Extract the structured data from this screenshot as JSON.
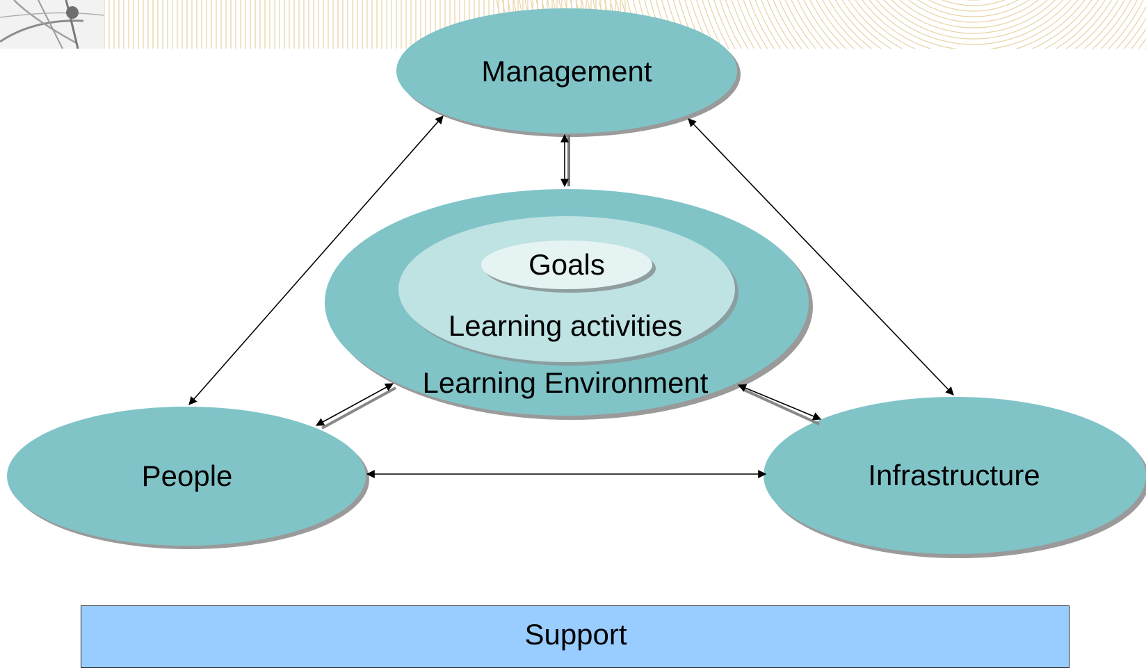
{
  "diagram": {
    "nodes": {
      "management": "Management",
      "goals": "Goals",
      "learning_activities": "Learning activities",
      "learning_environment": "Learning Environment",
      "people": "People",
      "infrastructure": "Infrastructure"
    },
    "support_label": "Support",
    "connections": [
      {
        "from": "Management",
        "to": "People",
        "style": "double-arrow"
      },
      {
        "from": "Management",
        "to": "Infrastructure",
        "style": "double-arrow"
      },
      {
        "from": "Management",
        "to": "Learning Environment",
        "style": "double-arrow"
      },
      {
        "from": "People",
        "to": "Learning Environment",
        "style": "double-arrow"
      },
      {
        "from": "Infrastructure",
        "to": "Learning Environment",
        "style": "double-arrow"
      },
      {
        "from": "People",
        "to": "Infrastructure",
        "style": "double-arrow"
      }
    ]
  },
  "colors": {
    "ellipse_fill": "#80c4c8",
    "inner_fill": "#bfe2e3",
    "goals_fill": "#e6f3f3",
    "shadow": "#9a9a9a",
    "support_fill": "#99ccff",
    "header_lines": "#e7d3a4",
    "arrow": "#000000"
  }
}
